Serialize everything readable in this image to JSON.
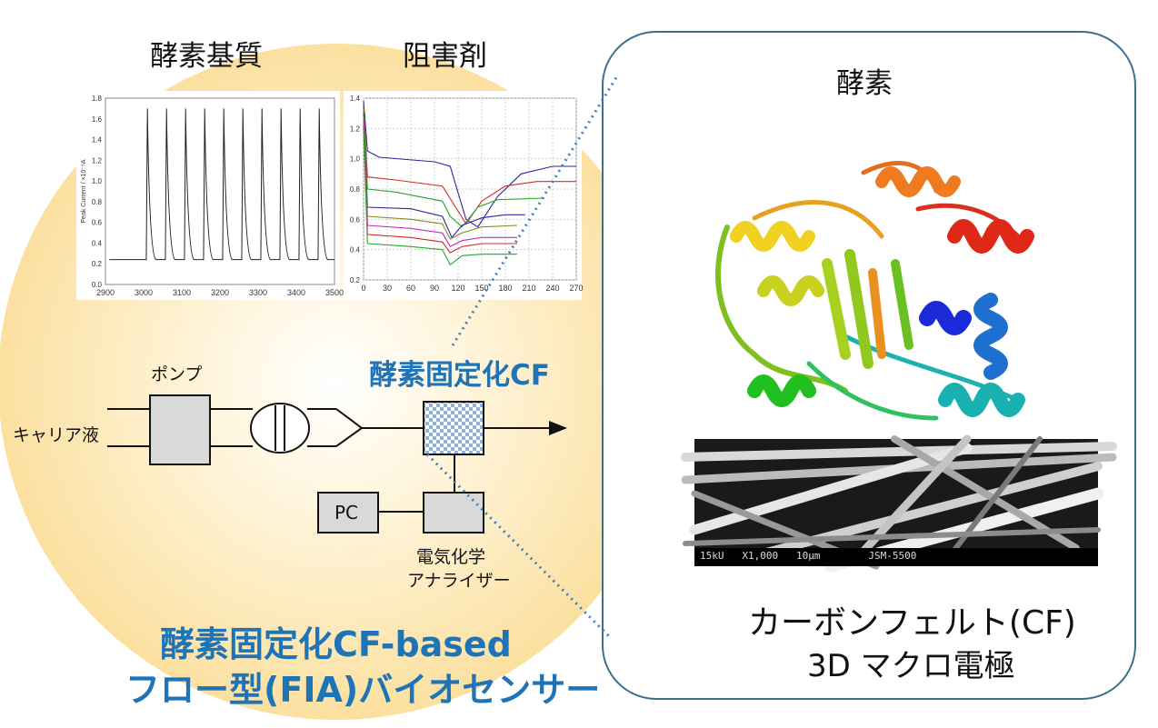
{
  "titles": {
    "substrate": "酵素基質",
    "inhibitor": "阻害剤",
    "enzyme": "酵素"
  },
  "chart_data": [
    {
      "type": "line",
      "ylabel": "Peak Current / ×10⁻⁵A",
      "xlim": [
        2900,
        3500
      ],
      "ylim": [
        0,
        1.8
      ],
      "xticks": [
        2900,
        3000,
        3100,
        3200,
        3300,
        3400,
        3500
      ],
      "yticks": [
        0,
        0.2,
        0.4,
        0.6,
        0.8,
        1.0,
        1.2,
        1.4,
        1.6,
        1.8
      ],
      "baseline": 0.24,
      "peak_value": 1.7,
      "peak_x": [
        3010,
        3060,
        3110,
        3160,
        3210,
        3260,
        3310,
        3360,
        3410,
        3460
      ],
      "series": [
        {
          "color": "#222222"
        }
      ]
    },
    {
      "type": "line",
      "xlim": [
        0,
        270
      ],
      "ylim": [
        0.2,
        1.4
      ],
      "xticks": [
        0,
        30,
        60,
        90,
        120,
        150,
        180,
        210,
        240,
        270
      ],
      "yticks": [
        0.2,
        0.4,
        0.6,
        0.8,
        1.0,
        1.2,
        1.4
      ],
      "series": [
        {
          "color": "#2a2a9a",
          "points": [
            [
              0,
              1.38
            ],
            [
              5,
              1.05
            ],
            [
              20,
              1.01
            ],
            [
              90,
              0.98
            ],
            [
              110,
              0.95
            ],
            [
              130,
              0.6
            ],
            [
              145,
              0.55
            ],
            [
              170,
              0.75
            ],
            [
              200,
              0.9
            ],
            [
              240,
              0.95
            ],
            [
              270,
              0.95
            ]
          ]
        },
        {
          "color": "#d42a2a",
          "points": [
            [
              0,
              1.35
            ],
            [
              5,
              0.88
            ],
            [
              40,
              0.86
            ],
            [
              100,
              0.82
            ],
            [
              112,
              0.72
            ],
            [
              130,
              0.57
            ],
            [
              150,
              0.72
            ],
            [
              180,
              0.82
            ],
            [
              220,
              0.85
            ],
            [
              270,
              0.85
            ]
          ]
        },
        {
          "color": "#2ea42e",
          "points": [
            [
              0,
              1.33
            ],
            [
              5,
              0.8
            ],
            [
              40,
              0.78
            ],
            [
              100,
              0.72
            ],
            [
              110,
              0.62
            ],
            [
              125,
              0.55
            ],
            [
              145,
              0.68
            ],
            [
              170,
              0.73
            ],
            [
              230,
              0.74
            ]
          ]
        },
        {
          "color": "#2a2a9a",
          "points": [
            [
              0,
              1.3
            ],
            [
              5,
              0.68
            ],
            [
              60,
              0.67
            ],
            [
              100,
              0.62
            ],
            [
              112,
              0.48
            ],
            [
              125,
              0.56
            ],
            [
              150,
              0.61
            ],
            [
              180,
              0.63
            ],
            [
              205,
              0.63
            ]
          ]
        },
        {
          "color": "#8a8a22",
          "points": [
            [
              0,
              1.28
            ],
            [
              5,
              0.62
            ],
            [
              60,
              0.6
            ],
            [
              100,
              0.57
            ],
            [
              110,
              0.47
            ],
            [
              125,
              0.51
            ],
            [
              150,
              0.55
            ],
            [
              195,
              0.56
            ]
          ]
        },
        {
          "color": "#cc2ab8",
          "points": [
            [
              0,
              1.25
            ],
            [
              5,
              0.56
            ],
            [
              60,
              0.54
            ],
            [
              100,
              0.51
            ],
            [
              110,
              0.42
            ],
            [
              125,
              0.46
            ],
            [
              150,
              0.48
            ],
            [
              195,
              0.48
            ]
          ]
        },
        {
          "color": "#d42a2a",
          "points": [
            [
              0,
              1.22
            ],
            [
              5,
              0.5
            ],
            [
              60,
              0.48
            ],
            [
              100,
              0.45
            ],
            [
              110,
              0.38
            ],
            [
              125,
              0.42
            ],
            [
              150,
              0.44
            ],
            [
              195,
              0.44
            ]
          ]
        },
        {
          "color": "#2ea42e",
          "points": [
            [
              0,
              1.2
            ],
            [
              5,
              0.44
            ],
            [
              60,
              0.42
            ],
            [
              100,
              0.4
            ],
            [
              110,
              0.3
            ],
            [
              125,
              0.36
            ],
            [
              150,
              0.37
            ],
            [
              195,
              0.37
            ]
          ]
        }
      ]
    }
  ],
  "flow": {
    "pump": "ポンプ",
    "carrier": "キャリア液",
    "enzyme_cf": "酵素固定化CF",
    "pc": "PC",
    "analyzer_line1": "電気化学",
    "analyzer_line2": "アナライザー"
  },
  "bottom_title": {
    "line1": "酵素固定化CF-based",
    "line2": "フロー型(FIA)バイオセンサー"
  },
  "sem": {
    "bar_text": "15kU   X1,000   10μm        JSM-5500"
  },
  "caption": {
    "line1": "カーボンフェルト(CF)",
    "line2": "3D マクロ電極"
  },
  "colors": {
    "accent_blue": "#1f73b7",
    "glow": "#fbe3a6",
    "panel_border": "#3d6f8e"
  }
}
